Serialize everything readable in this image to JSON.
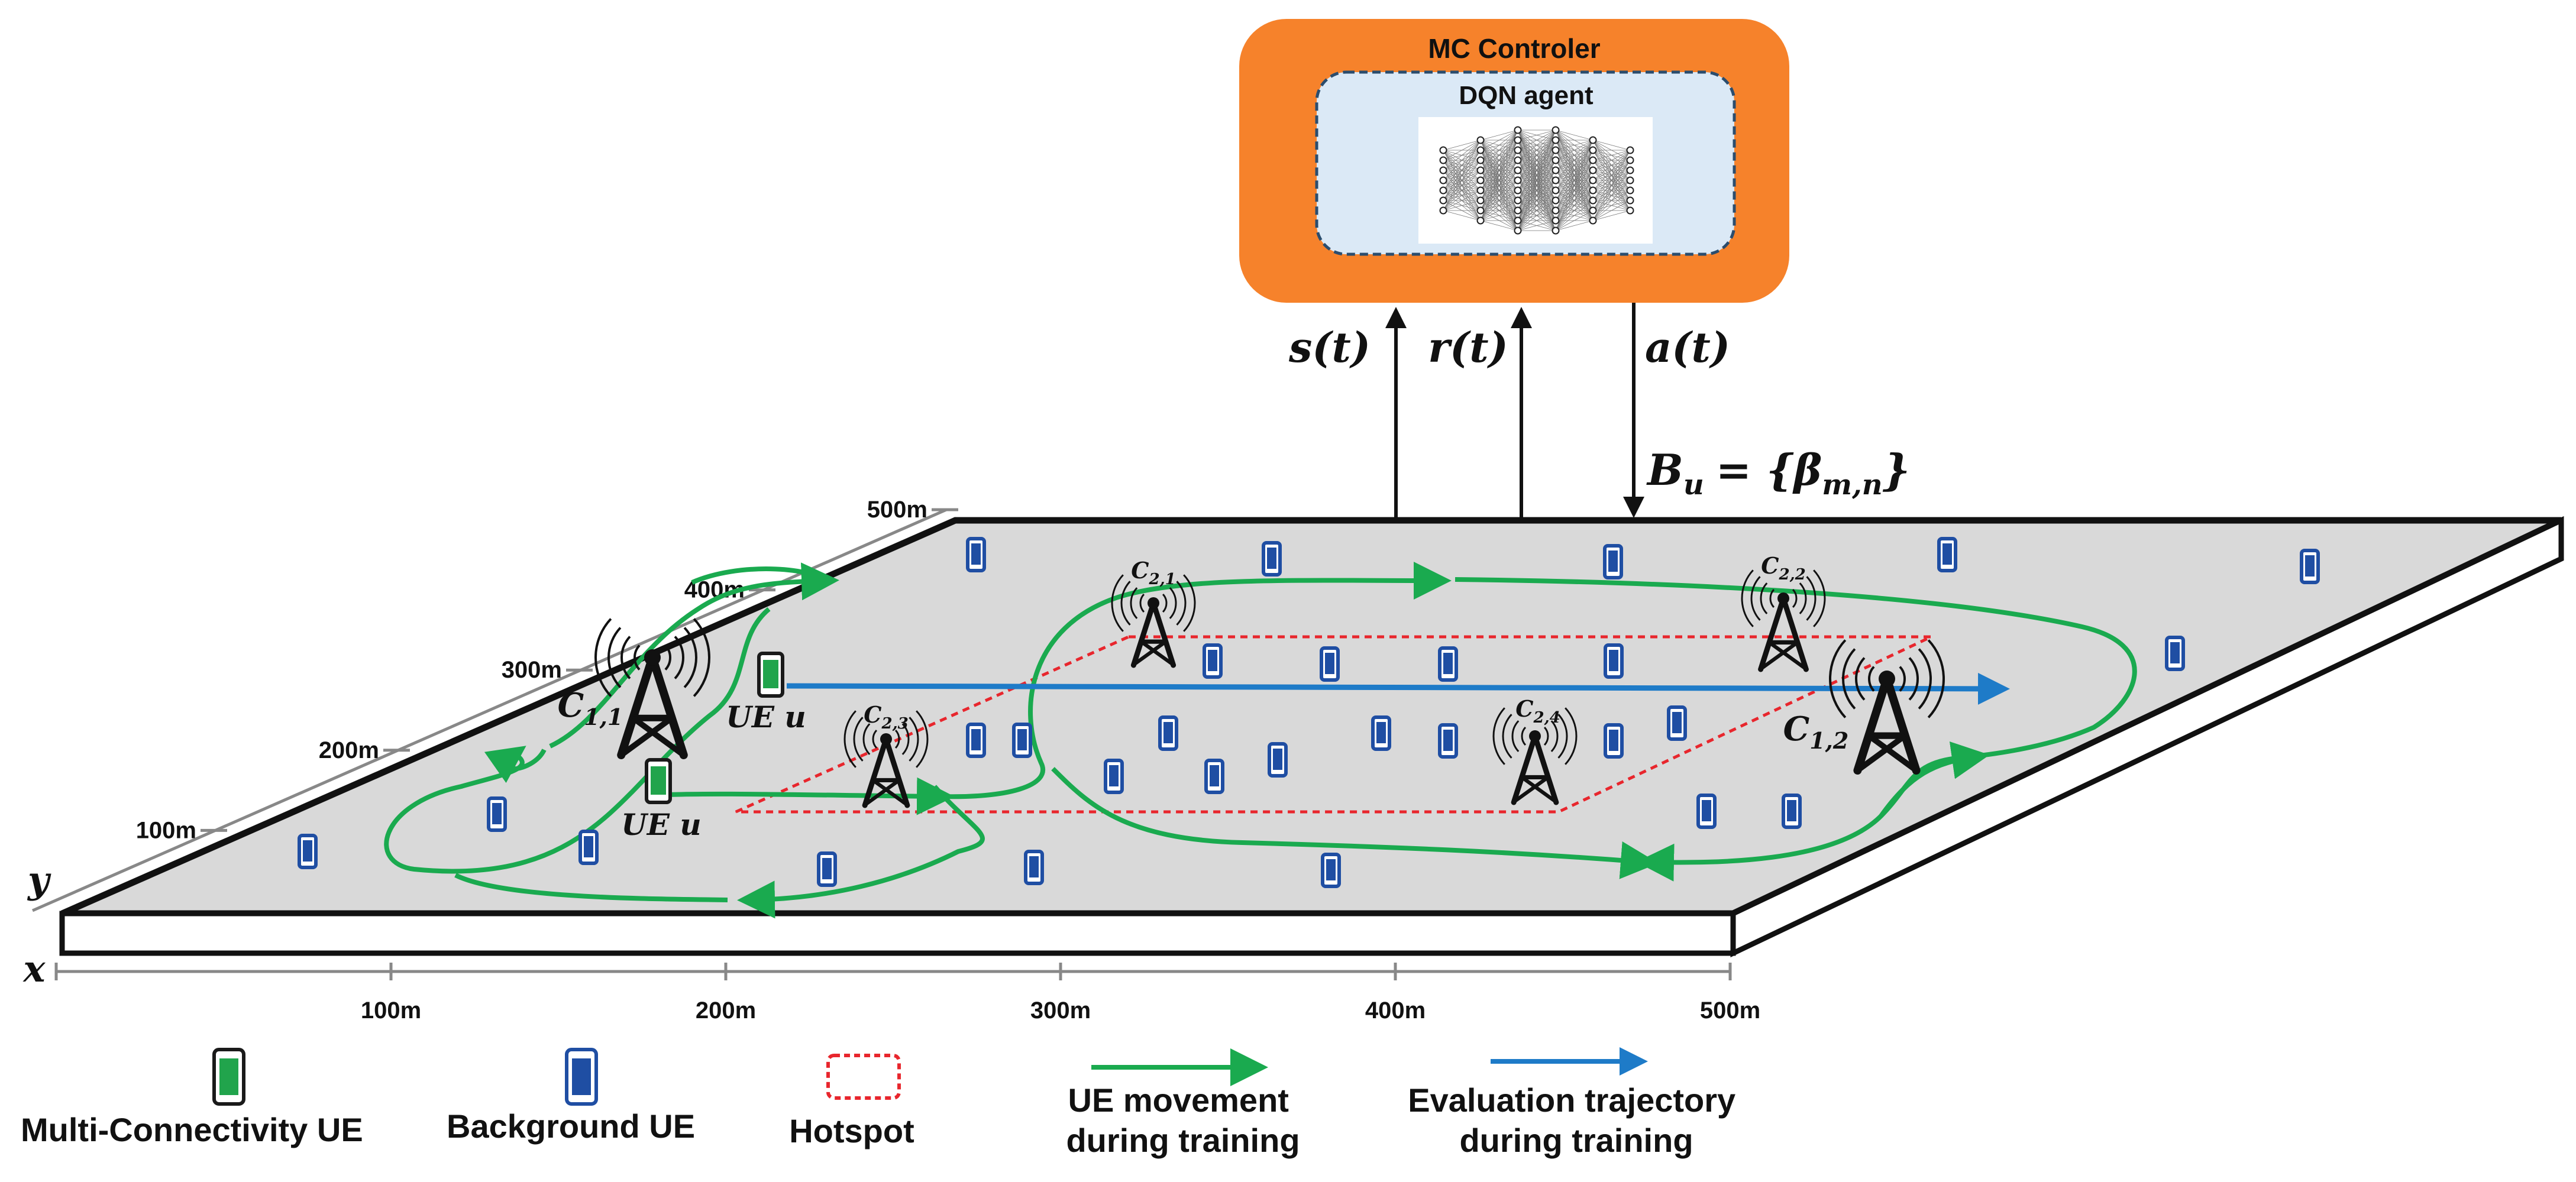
{
  "controller": {
    "title": "MC Controler",
    "agent_label": "DQN agent"
  },
  "signals": {
    "state": "s(t)",
    "reward": "r(t)",
    "action": "a(t)",
    "action_def_lhs": "B",
    "action_def_sub": "u",
    "action_def_rhs": "= {β",
    "action_def_rhs_sub": "m,n",
    "action_def_close": "}"
  },
  "axes": {
    "x_letter": "x",
    "y_letter": "y",
    "x_ticks": [
      "100m",
      "200m",
      "300m",
      "400m",
      "500m"
    ],
    "y_ticks": [
      "100m",
      "200m",
      "300m",
      "400m",
      "500m"
    ]
  },
  "cells": [
    {
      "name": "C",
      "sub": "1,1"
    },
    {
      "name": "C",
      "sub": "1,2"
    },
    {
      "name": "C",
      "sub": "2,1"
    },
    {
      "name": "C",
      "sub": "2,2"
    },
    {
      "name": "C",
      "sub": "2,3"
    },
    {
      "name": "C",
      "sub": "2,4"
    }
  ],
  "ue_labels": [
    "UE u",
    "UE u"
  ],
  "legend": {
    "mc_ue": "Multi-Connectivity UE",
    "bg_ue": "Background UE",
    "hotspot": "Hotspot",
    "movement_line1": "UE movement",
    "movement_line2": "during training",
    "evaluation_line1": "Evaluation trajectory",
    "evaluation_line2": "during training"
  },
  "colors": {
    "controller": "#f6822b",
    "agent_box": "#dbe9f6",
    "plane": "#d9d9d9",
    "green_path": "#1aaa4f",
    "blue_path": "#1e7bc8",
    "hotspot": "#e8262d",
    "bg_ue": "#1f4ea3",
    "mc_ue": "#21a44c"
  }
}
